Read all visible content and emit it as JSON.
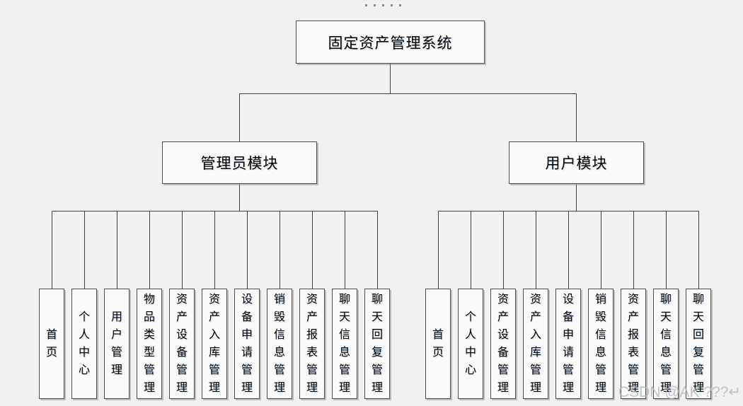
{
  "diagram": {
    "title": "固定资产管理系统",
    "branches": [
      {
        "label": "管理员模块",
        "children": [
          "首页",
          "个人中心",
          "用户管理",
          "物品类型管理",
          "资产设备管理",
          "资产入库管理",
          "设备申请管理",
          "销毁信息管理",
          "资产报表管理",
          "聊天信息管理",
          "聊天回复管理"
        ]
      },
      {
        "label": "用户模块",
        "children": [
          "首页",
          "个人中心",
          "资产设备管理",
          "资产入库管理",
          "设备申请管理",
          "销毁信息管理",
          "资产报表管理",
          "聊天信息管理",
          "聊天回复管理"
        ]
      }
    ]
  },
  "watermark": {
    "text": "CSDN @AK ???↵"
  },
  "colors": {
    "background": "#f1f1f2",
    "box_fill": "#fafafa",
    "box_border": "#4d4d4d",
    "connector": "#3f3f3f",
    "watermark_gray": "#b9b9be"
  }
}
